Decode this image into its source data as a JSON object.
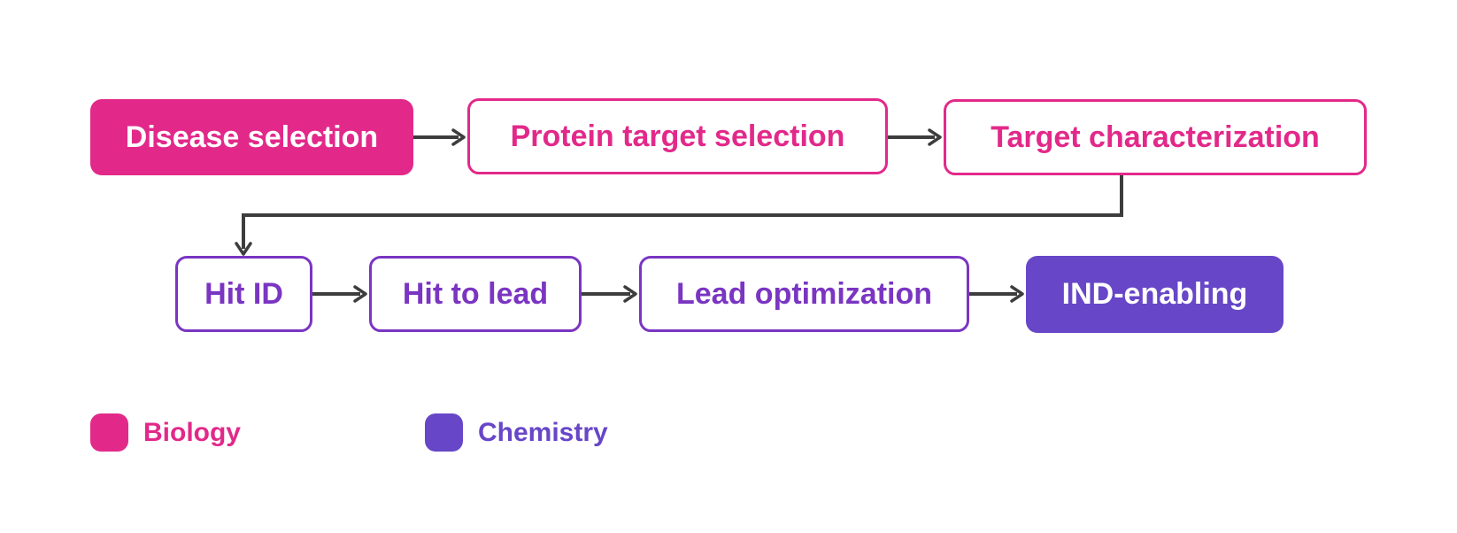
{
  "colors": {
    "biology-pink": "#E2298A",
    "chemistry-purple": "#6746C8",
    "purple-outline": "#7A35C2",
    "arrow-gray": "#3D3D3D",
    "bg": "#FFFFFF"
  },
  "flowchart": {
    "row1": [
      {
        "label": "Disease selection",
        "category": "Biology",
        "style": "filled"
      },
      {
        "label": "Protein target selection",
        "category": "Biology",
        "style": "outline"
      },
      {
        "label": "Target characterization",
        "category": "Biology",
        "style": "outline"
      }
    ],
    "row2": [
      {
        "label": "Hit ID",
        "category": "Chemistry",
        "style": "outline"
      },
      {
        "label": "Hit to lead",
        "category": "Chemistry",
        "style": "outline"
      },
      {
        "label": "Lead optimization",
        "category": "Chemistry",
        "style": "outline"
      },
      {
        "label": "IND-enabling",
        "category": "Chemistry",
        "style": "filled"
      }
    ]
  },
  "legend": [
    {
      "label": "Biology",
      "color": "#E2298A"
    },
    {
      "label": "Chemistry",
      "color": "#6746C8"
    }
  ]
}
